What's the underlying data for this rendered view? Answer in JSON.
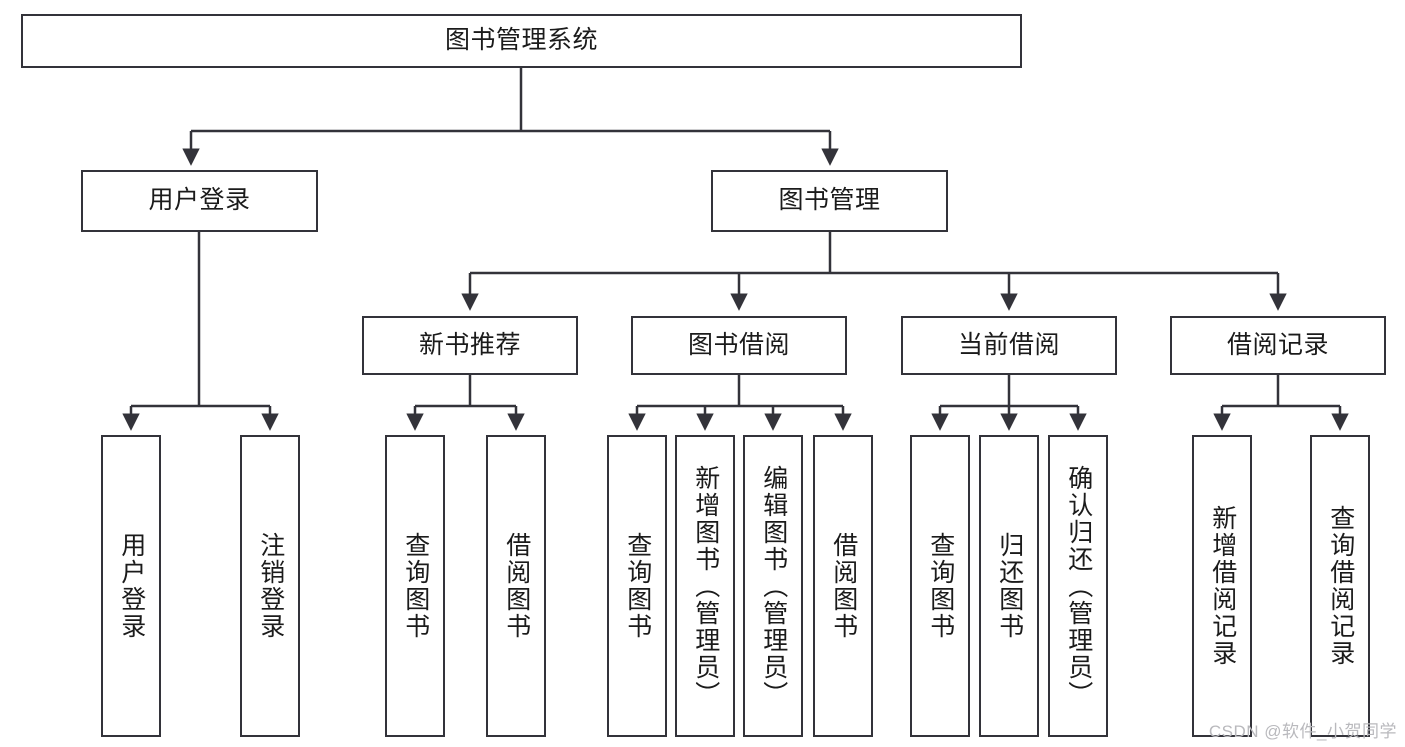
{
  "diagram": {
    "type": "tree-hierarchy",
    "title": "图书管理系统",
    "watermark": "CSDN @软件_小贺同学",
    "colors": {
      "stroke": "#33333a",
      "background": "#ffffff",
      "text": "#1b1b1b",
      "watermark": "#b9b9bd"
    },
    "nodes": {
      "root": {
        "label": "图书管理系统",
        "level": 1,
        "orientation": "horizontal"
      },
      "l2": [
        {
          "id": "user-login",
          "label": "用户登录",
          "level": 2,
          "orientation": "horizontal"
        },
        {
          "id": "book-manage",
          "label": "图书管理",
          "level": 2,
          "orientation": "horizontal"
        }
      ],
      "l3": [
        {
          "id": "new-book-rec",
          "label": "新书推荐",
          "level": 3,
          "orientation": "horizontal"
        },
        {
          "id": "book-borrow",
          "label": "图书借阅",
          "level": 3,
          "orientation": "horizontal"
        },
        {
          "id": "current-borrow",
          "label": "当前借阅",
          "level": 3,
          "orientation": "horizontal"
        },
        {
          "id": "borrow-record",
          "label": "借阅记录",
          "level": 3,
          "orientation": "horizontal"
        }
      ],
      "leaves": [
        {
          "id": "leaf-user-login",
          "label": "用户登录",
          "parent": "user-login",
          "orientation": "vertical"
        },
        {
          "id": "leaf-user-logout",
          "label": "注销登录",
          "parent": "user-login",
          "orientation": "vertical"
        },
        {
          "id": "leaf-query-book-1",
          "label": "查询图书",
          "parent": "new-book-rec",
          "orientation": "vertical"
        },
        {
          "id": "leaf-borrow-book-1",
          "label": "借阅图书",
          "parent": "new-book-rec",
          "orientation": "vertical"
        },
        {
          "id": "leaf-query-book-2",
          "label": "查询图书",
          "parent": "book-borrow",
          "orientation": "vertical"
        },
        {
          "id": "leaf-add-book",
          "label": "新增图书（管理员）",
          "parent": "book-borrow",
          "orientation": "vertical"
        },
        {
          "id": "leaf-edit-book",
          "label": "编辑图书（管理员）",
          "parent": "book-borrow",
          "orientation": "vertical"
        },
        {
          "id": "leaf-borrow-book-2",
          "label": "借阅图书",
          "parent": "book-borrow",
          "orientation": "vertical"
        },
        {
          "id": "leaf-query-book-3",
          "label": "查询图书",
          "parent": "current-borrow",
          "orientation": "vertical"
        },
        {
          "id": "leaf-return-book",
          "label": "归还图书",
          "parent": "current-borrow",
          "orientation": "vertical"
        },
        {
          "id": "leaf-confirm-return",
          "label": "确认归还（管理员）",
          "parent": "current-borrow",
          "orientation": "vertical"
        },
        {
          "id": "leaf-add-record",
          "label": "新增借阅记录",
          "parent": "borrow-record",
          "orientation": "vertical"
        },
        {
          "id": "leaf-query-record",
          "label": "查询借阅记录",
          "parent": "borrow-record",
          "orientation": "vertical"
        }
      ]
    }
  }
}
